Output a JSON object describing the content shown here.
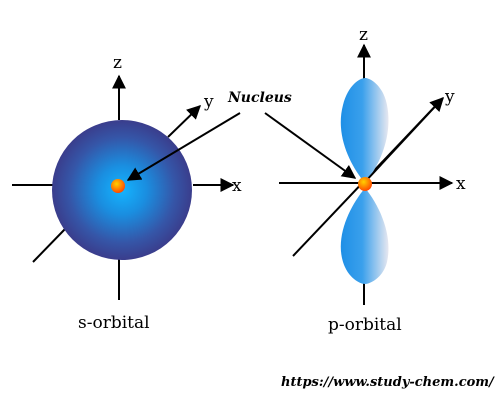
{
  "annotation": {
    "nucleus_label": "Nucleus"
  },
  "s_orbital": {
    "caption": "s-orbital",
    "axes": {
      "x": "x",
      "y": "y",
      "z": "z"
    }
  },
  "p_orbital": {
    "caption": "p-orbital",
    "axes": {
      "x": "x",
      "y": "y",
      "z": "z"
    }
  },
  "footer": {
    "source_url": "https://www.study-chem.com/"
  },
  "colors": {
    "s_orbital_center": "#14b4ff",
    "s_orbital_edge": "#3a3d8c",
    "p_lobe_center": "#1f8fe6",
    "p_lobe_edge": "#e8e8f0",
    "nucleus_center": "#ffd000",
    "nucleus_edge": "#ff4a00",
    "axis": "#000000"
  }
}
